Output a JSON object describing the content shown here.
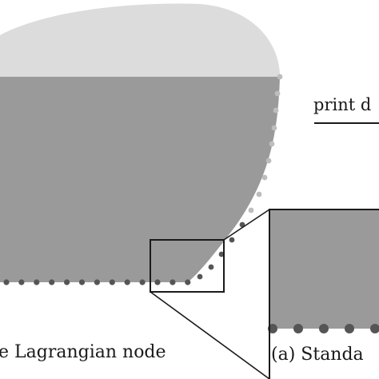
{
  "labels": {
    "print_direction": "print d",
    "lagrangian_node": "e Lagrangian node",
    "inset_caption": "(a) Standa"
  },
  "colors": {
    "bead_light": "#dcdcdc",
    "bead_dark": "#9a9a9a",
    "node_light": "#bdbdbd",
    "node_dark": "#555555",
    "outline": "#1a1a1a"
  }
}
